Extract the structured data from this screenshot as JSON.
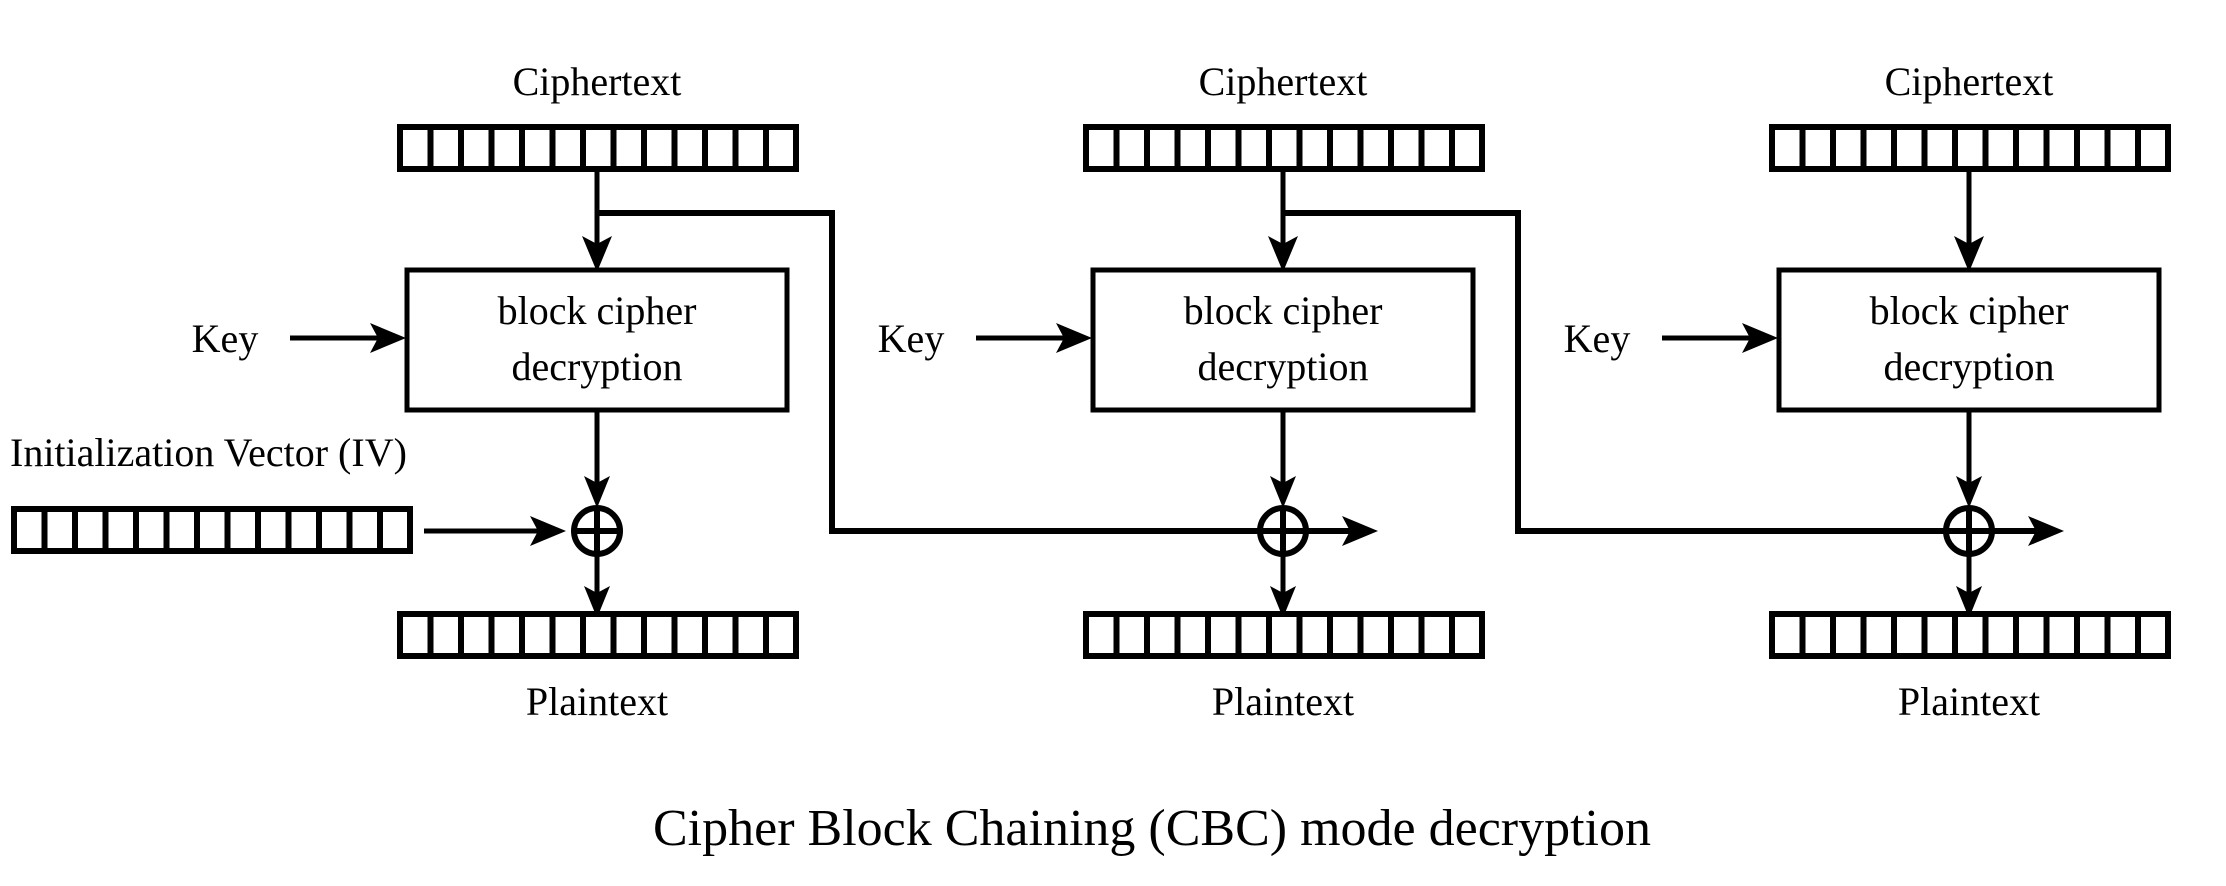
{
  "diagram": {
    "title": "Cipher Block Chaining (CBC) mode decryption",
    "type": "block-diagram",
    "background_color": "#ffffff",
    "stroke_color": "#000000",
    "labels": {
      "ciphertext": "Ciphertext",
      "plaintext": "Plaintext",
      "key": "Key",
      "iv": "Initialization Vector (IV)",
      "block_cipher_line1": "block cipher",
      "block_cipher_line2": "decryption"
    },
    "bar_cell_count": 13,
    "blocks": [
      {
        "index": 1,
        "ciphertext_label": "Ciphertext",
        "plaintext_label": "Plaintext",
        "key_label": "Key",
        "cipher_line1": "block cipher",
        "cipher_line2": "decryption",
        "has_outgoing_chain": true,
        "has_incoming_chain": false,
        "incoming_source": "Initialization Vector (IV)"
      },
      {
        "index": 2,
        "ciphertext_label": "Ciphertext",
        "plaintext_label": "Plaintext",
        "key_label": "Key",
        "cipher_line1": "block cipher",
        "cipher_line2": "decryption",
        "has_outgoing_chain": true,
        "has_incoming_chain": true,
        "incoming_source": "Ciphertext block 1"
      },
      {
        "index": 3,
        "ciphertext_label": "Ciphertext",
        "plaintext_label": "Plaintext",
        "key_label": "Key",
        "cipher_line1": "block cipher",
        "cipher_line2": "decryption",
        "has_outgoing_chain": false,
        "has_incoming_chain": true,
        "incoming_source": "Ciphertext block 2"
      }
    ],
    "iv": {
      "label": "Initialization Vector (IV)",
      "cell_count": 13
    },
    "xor": {
      "symbol": "circled-plus",
      "count": 3
    }
  }
}
